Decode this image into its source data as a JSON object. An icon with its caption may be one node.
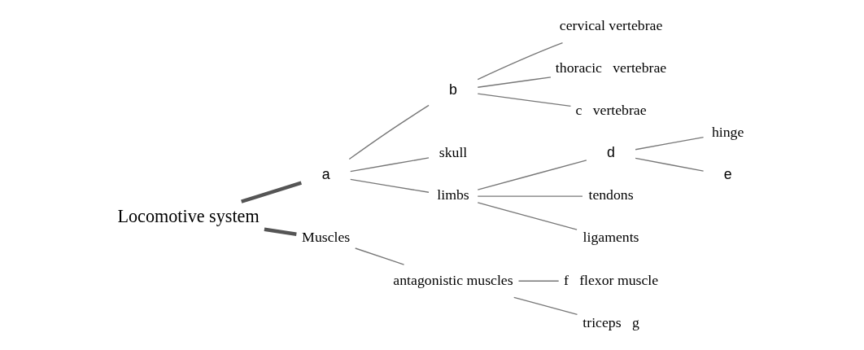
{
  "diagram": {
    "nodes": [
      {
        "text": [
          "Locomotive system"
        ]
      },
      {
        "text": [
          "a"
        ]
      },
      {
        "text": [
          "b"
        ]
      },
      {
        "text": [
          "cervical vertebrae"
        ]
      },
      {
        "text": [
          "thoracic   vertebrae"
        ]
      },
      {
        "text": [
          "c",
          "vertebrae"
        ]
      },
      {
        "text": [
          "skull"
        ]
      },
      {
        "text": [
          "limbs"
        ]
      },
      {
        "text": [
          "d"
        ]
      },
      {
        "text": [
          "hinge"
        ]
      },
      {
        "text": [
          "e"
        ]
      },
      {
        "text": [
          "tendons"
        ]
      },
      {
        "text": [
          "ligaments"
        ]
      },
      {
        "text": [
          "Muscles"
        ]
      },
      {
        "text": [
          "antagonistic muscles"
        ]
      },
      {
        "text": [
          "f",
          "flexor muscle"
        ]
      },
      {
        "text": [
          "triceps",
          "g"
        ]
      }
    ],
    "edges": [
      {
        "from": 0,
        "to": 1,
        "arrow": "none",
        "style": "thick",
        "color": "#555555"
      },
      {
        "from": 1,
        "to": 2,
        "arrow": "none"
      },
      {
        "from": 2,
        "to": 3,
        "arrow": "none"
      },
      {
        "from": 2,
        "to": 4,
        "arrow": "none"
      },
      {
        "from": 2,
        "to": 5,
        "arrow": "none"
      },
      {
        "from": 1,
        "to": 6,
        "arrow": "none"
      },
      {
        "from": 1,
        "to": 7,
        "arrow": "none"
      },
      {
        "from": 7,
        "to": 8,
        "arrow": "none"
      },
      {
        "from": 8,
        "to": 9,
        "arrow": "none"
      },
      {
        "from": 8,
        "to": 10,
        "arrow": "none"
      },
      {
        "from": 7,
        "to": 11,
        "arrow": "none"
      },
      {
        "from": 7,
        "to": 12,
        "arrow": "none"
      },
      {
        "from": 0,
        "to": 13,
        "arrow": "none",
        "style": "thick",
        "color": "#555555"
      },
      {
        "from": 13,
        "to": 14,
        "arrow": "none"
      },
      {
        "from": 14,
        "to": 15,
        "arrow": "none"
      },
      {
        "from": 14,
        "to": 16,
        "arrow": "none"
      }
    ]
  }
}
